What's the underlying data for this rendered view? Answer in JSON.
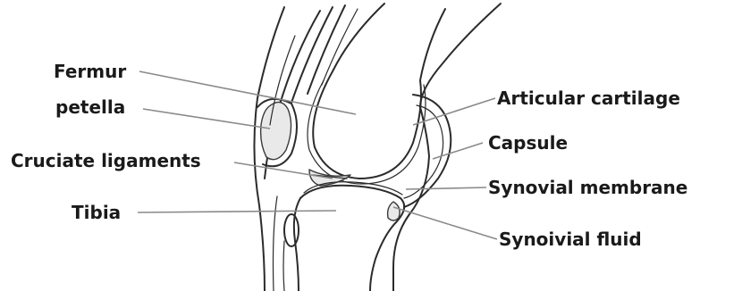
{
  "labels": {
    "fermur": "Fermur",
    "petella": "petella",
    "cruciate": "Cruciate ligaments",
    "tibia": "Tibia",
    "articular": "Articular cartilage",
    "capsule": "Capsule",
    "synovial_membrane": "Synovial membrane",
    "synovial_fluid": "Synoivial fluid"
  }
}
